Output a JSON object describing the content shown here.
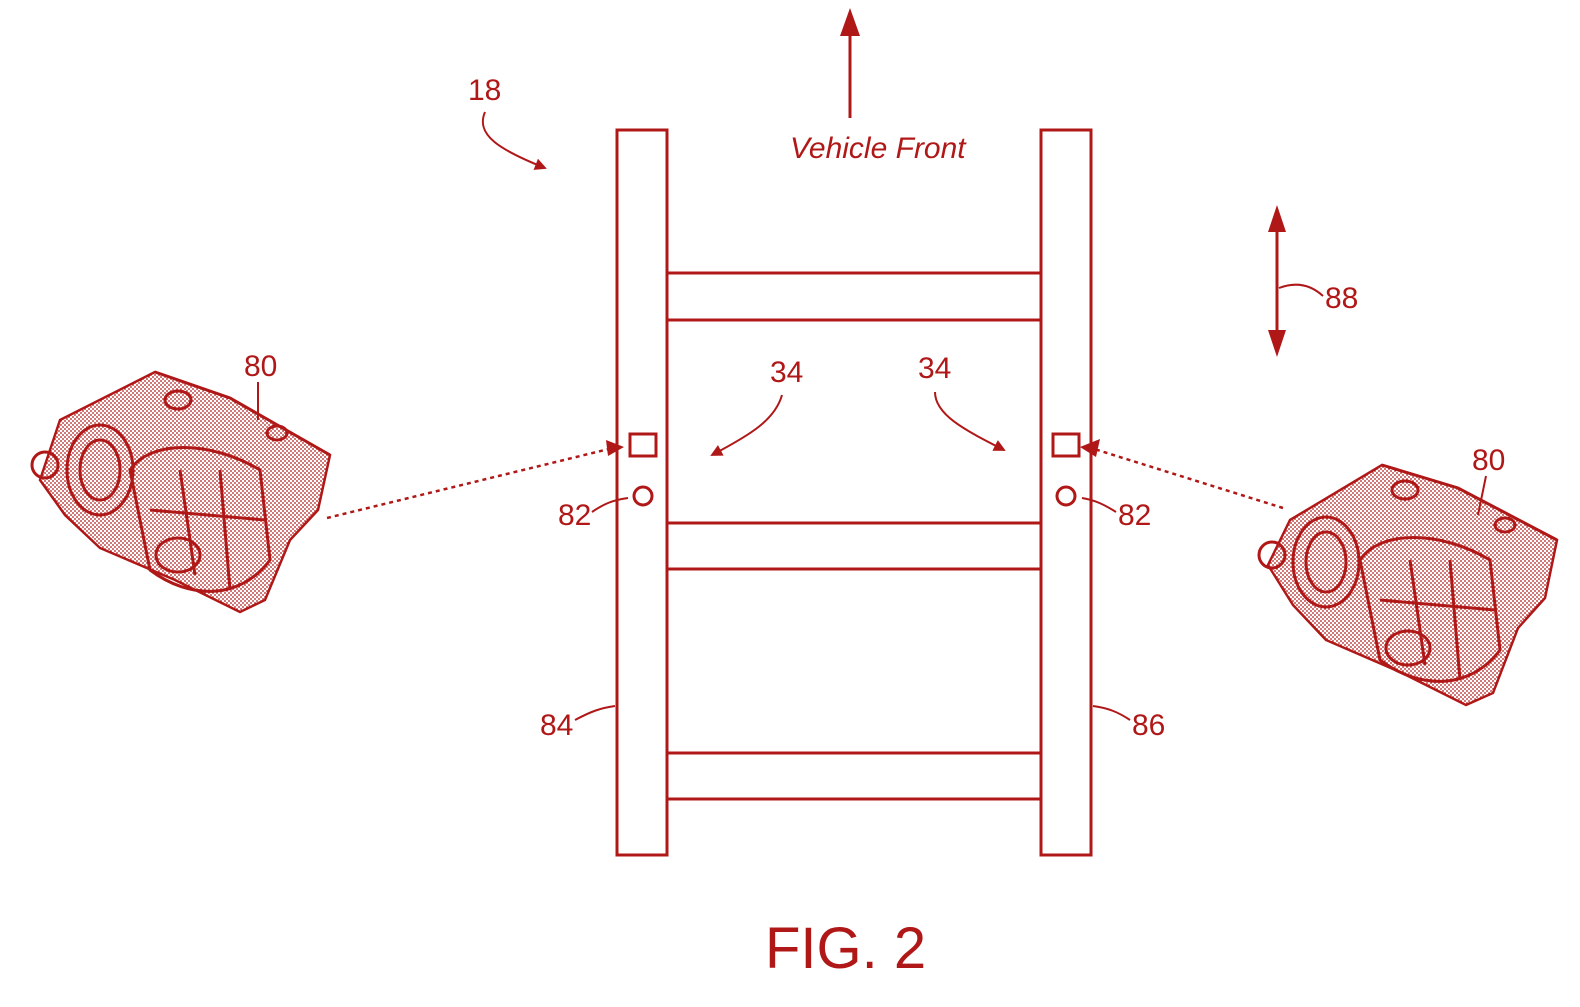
{
  "colors": {
    "ink": "#b01818",
    "background": "#ffffff"
  },
  "labels": {
    "assembly": "18",
    "vehicle_front": "Vehicle Front",
    "fastener_left": "34",
    "fastener_right": "34",
    "bracket_left": "80",
    "bracket_right": "80",
    "hole_left": "82",
    "hole_right": "82",
    "rail_left": "84",
    "rail_right": "86",
    "direction": "88"
  },
  "figure_caption": "FIG. 2"
}
